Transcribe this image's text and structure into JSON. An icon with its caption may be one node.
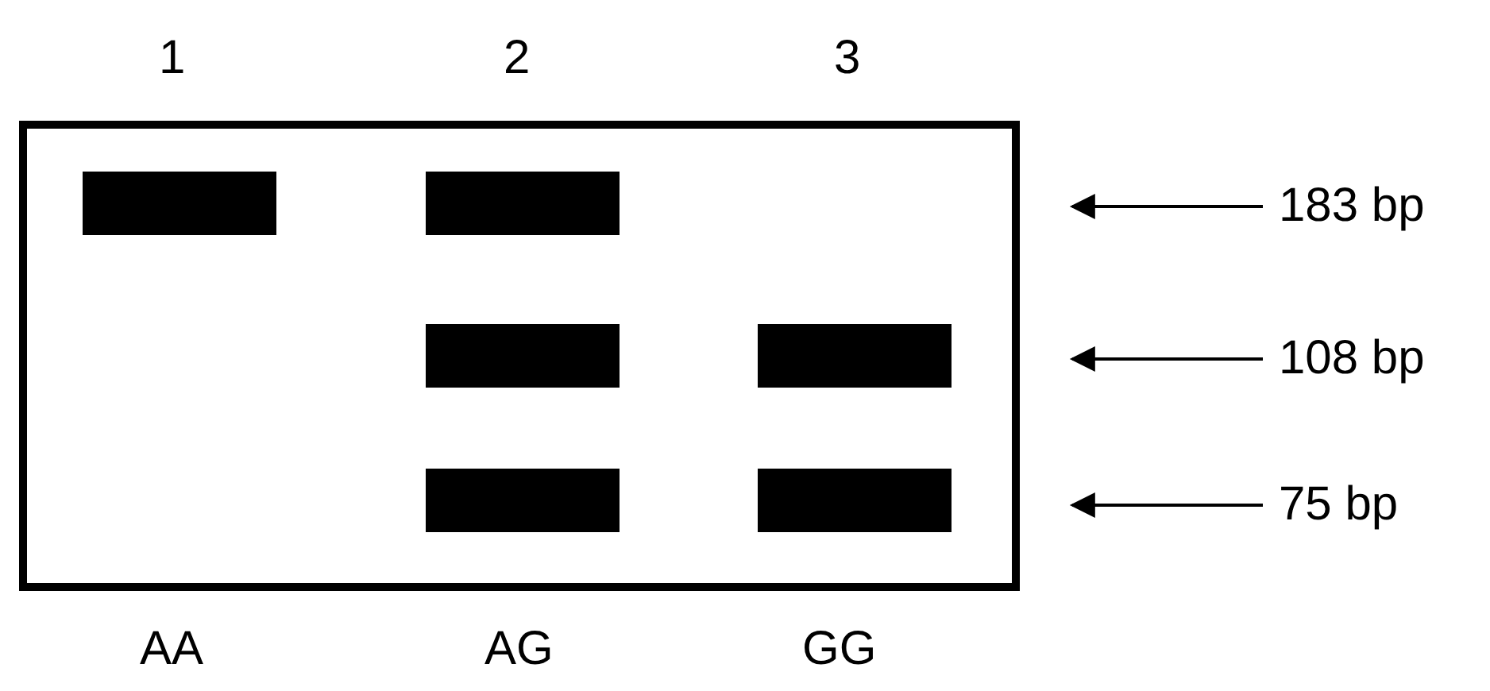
{
  "diagram": {
    "nodes": [
      {
        "text": [],
        "shape": "box"
      },
      {
        "text": [],
        "shape": "bar",
        "in": 0
      },
      {
        "text": [],
        "shape": "bar",
        "in": 0
      },
      {
        "text": [],
        "shape": "bar",
        "in": 0
      },
      {
        "text": [],
        "shape": "bar",
        "in": 0
      },
      {
        "text": [],
        "shape": "bar",
        "in": 0
      },
      {
        "text": [],
        "shape": "bar",
        "in": 0
      },
      {
        "text": [
          "183 bp"
        ]
      },
      {
        "text": [
          "108 bp"
        ]
      },
      {
        "text": [
          "75 bp"
        ]
      }
    ],
    "edges": [
      {
        "from": 7,
        "to": null,
        "arrow": "to"
      },
      {
        "from": 8,
        "to": null,
        "arrow": "to"
      },
      {
        "from": 9,
        "to": null,
        "arrow": "to"
      }
    ],
    "labels": [
      "1",
      "2",
      "3",
      "AA",
      "AG",
      "GG"
    ]
  }
}
